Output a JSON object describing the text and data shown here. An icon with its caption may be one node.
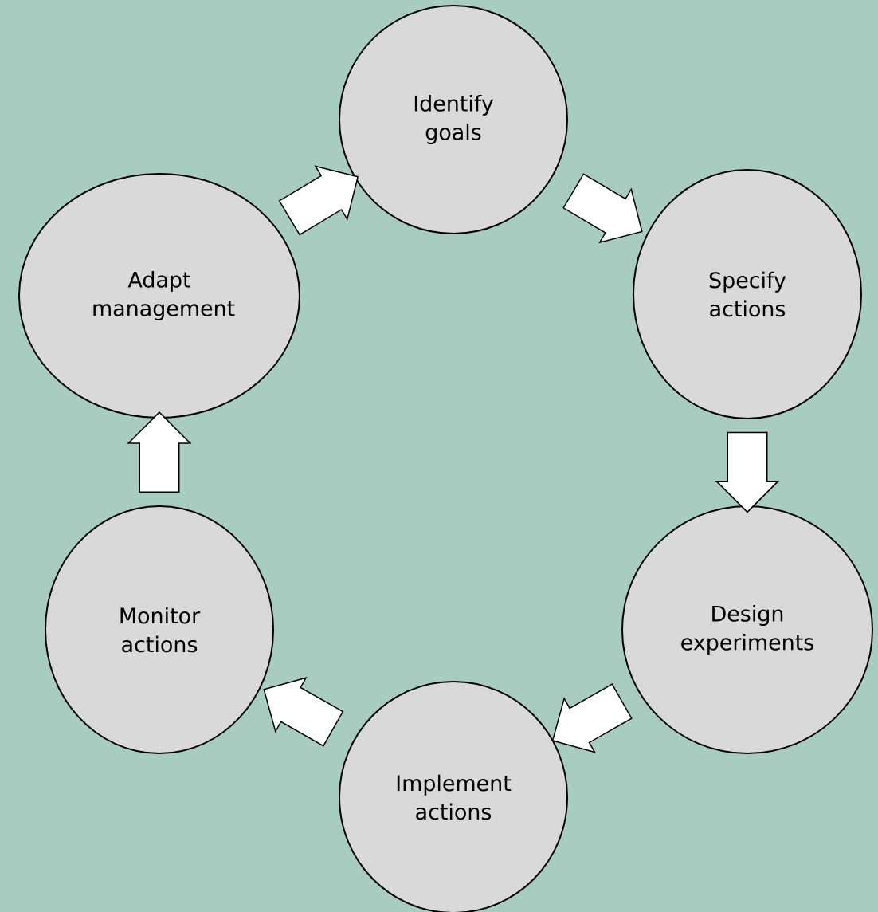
{
  "diagram": {
    "nodes": [
      {
        "text": [
          "Identify goals"
        ]
      },
      {
        "text": [
          "Specify actions"
        ]
      },
      {
        "text": [
          "Design experiments"
        ]
      },
      {
        "text": [
          "Implement actions"
        ]
      },
      {
        "text": [
          "Monitor actions"
        ]
      },
      {
        "text": [
          "Adapt management"
        ]
      }
    ],
    "edges": [
      {
        "from": 0,
        "to": 1,
        "arrow": "to"
      },
      {
        "from": 1,
        "to": 2,
        "arrow": "to"
      },
      {
        "from": 2,
        "to": 3,
        "arrow": "to"
      },
      {
        "from": 3,
        "to": 4,
        "arrow": "to"
      },
      {
        "from": 4,
        "to": 5,
        "arrow": "to"
      },
      {
        "from": 5,
        "to": 0,
        "arrow": "to"
      }
    ]
  }
}
